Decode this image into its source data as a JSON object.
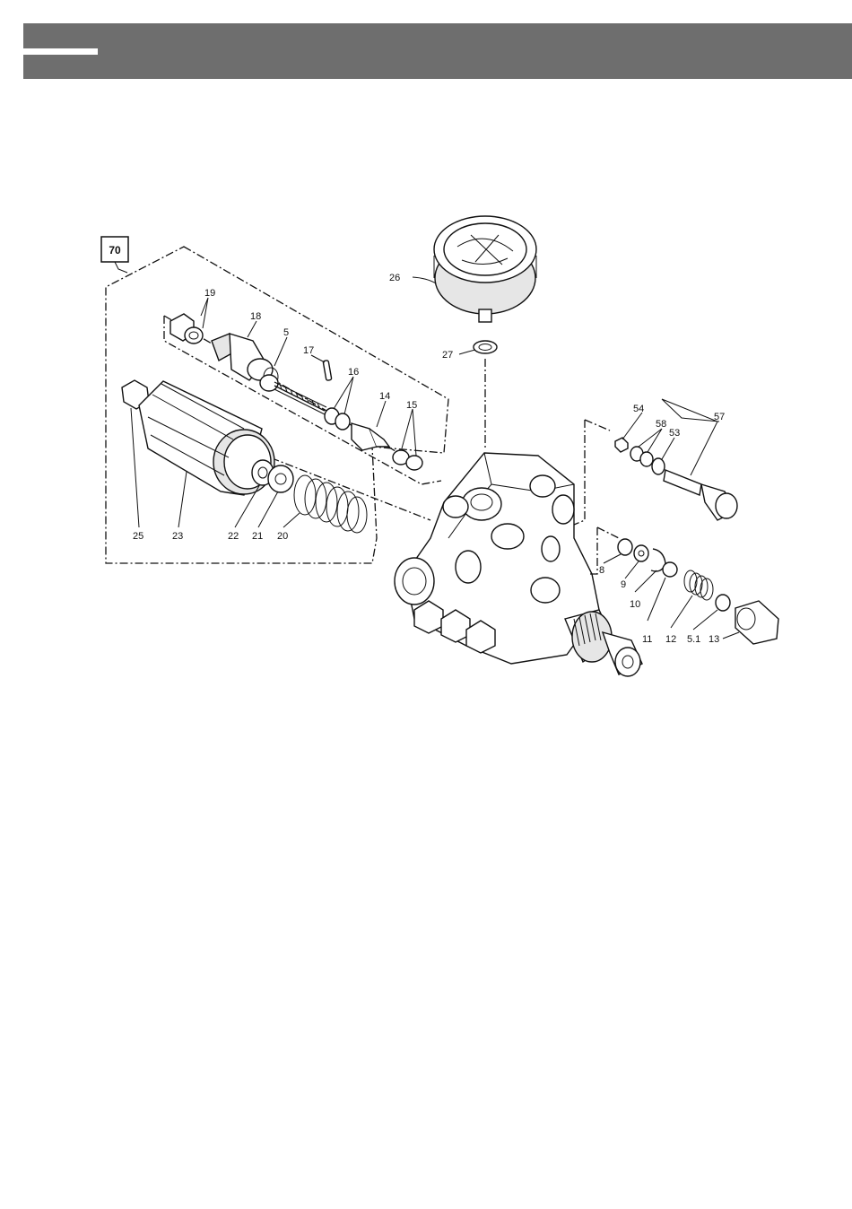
{
  "header": {
    "bar_color": "#6e6e6e",
    "accent_color": "#ffffff"
  },
  "diagram": {
    "assembly_box_label": "70",
    "labels": [
      "26",
      "27",
      "19",
      "18",
      "5",
      "17",
      "16",
      "14",
      "15",
      "25",
      "23",
      "22",
      "21",
      "20",
      "54",
      "58",
      "53",
      "57",
      "8",
      "9",
      "10",
      "11",
      "12",
      "5.1",
      "13"
    ]
  }
}
